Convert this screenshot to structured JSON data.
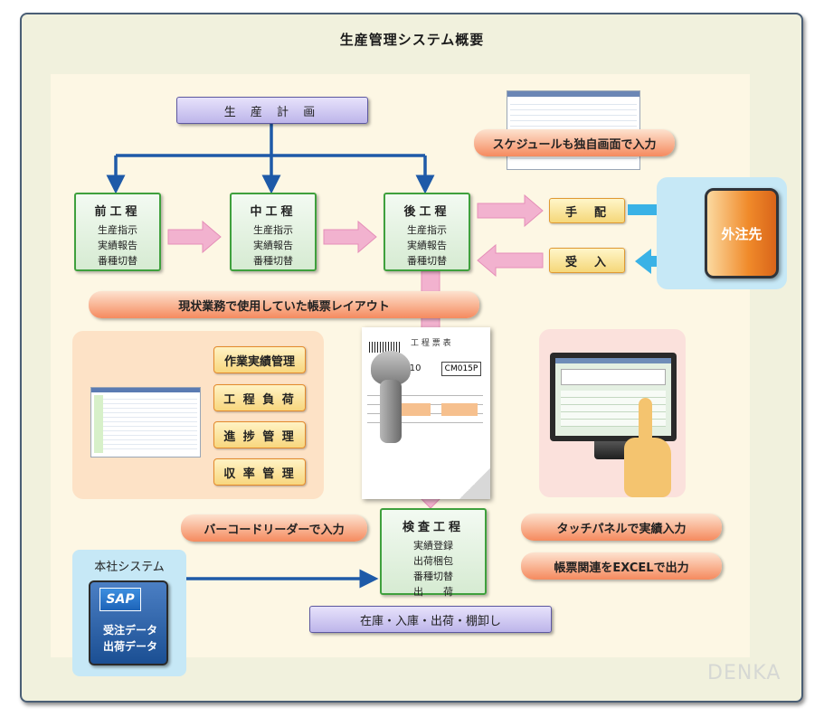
{
  "title": "生産管理システム概要",
  "plan": "生 産 計 画",
  "processes": {
    "pre": {
      "heading": "前工程",
      "lines": [
        "生産指示",
        "実績報告",
        "番種切替"
      ]
    },
    "mid": {
      "heading": "中工程",
      "lines": [
        "生産指示",
        "実績報告",
        "番種切替"
      ]
    },
    "post": {
      "heading": "後工程",
      "lines": [
        "生産指示",
        "実績報告",
        "番種切替"
      ]
    },
    "inspection": {
      "heading": "検査工程",
      "lines": [
        "実績登録",
        "出荷梱包",
        "番種切替",
        "出　　荷"
      ]
    }
  },
  "schedule_label": "スケジュールも独自画面で入力",
  "arrange_label": "手　配",
  "receive_label": "受　入",
  "subcontractor": "外注先",
  "layout_label": "現状業務で使用していた帳票レイアウト",
  "functions": [
    "作業実績管理",
    "工 程 負 荷",
    "進 捗 管 理",
    "収 率 管 理"
  ],
  "barcode_label": "バーコードリーダーで入力",
  "touch_label": "タッチパネルで実績入力",
  "excel_label": "帳票関連をEXCELで出力",
  "hq": {
    "title": "本社システム",
    "logo": "SAP",
    "lines": [
      "受注データ",
      "出荷データ"
    ]
  },
  "stock_label": "在庫・入庫・出荷・棚卸し",
  "brand": "DENKA",
  "form_sheet": {
    "title": "工 程 票 表",
    "code_left": "−110",
    "code_right": "CM015P"
  },
  "colors": {
    "flow_arrow": "#1e5aa8",
    "pink_arrow": "#f2b2cf",
    "cyan_arrow": "#3ab2e6"
  }
}
